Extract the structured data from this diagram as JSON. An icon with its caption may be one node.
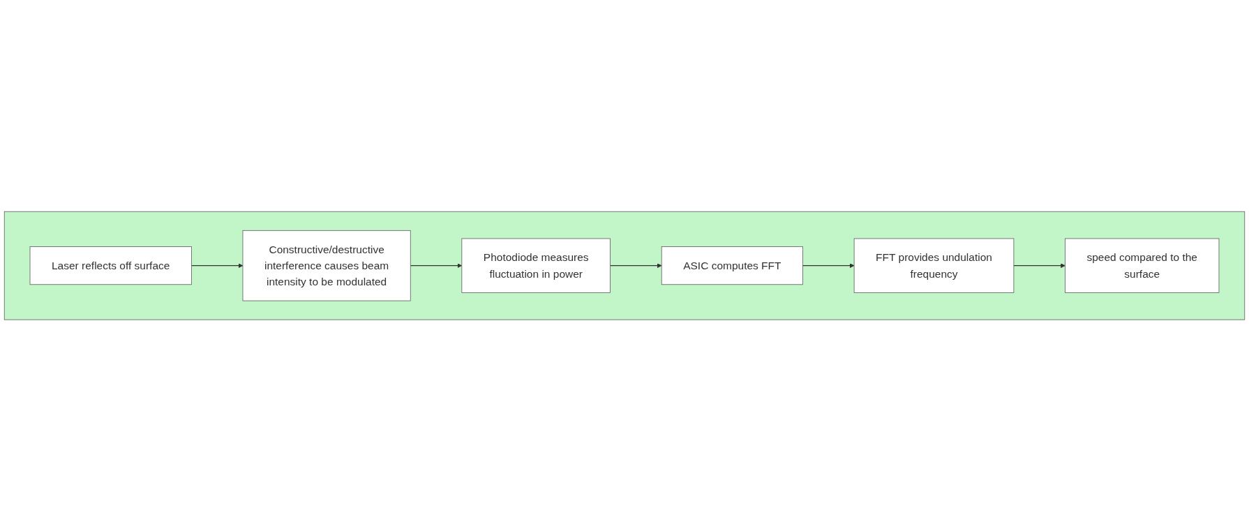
{
  "diagram": {
    "nodes": [
      {
        "text": [],
        "shape": "box"
      },
      {
        "text": [
          "Laser reflects off surface"
        ],
        "in": 0
      },
      {
        "text": [
          "Constructive/destructive interference causes beam intensity to be modulated"
        ],
        "in": 0
      },
      {
        "text": [
          "Photodiode measures fluctuation in power"
        ],
        "in": 0
      },
      {
        "text": [
          "ASIC computes FFT"
        ],
        "in": 0
      },
      {
        "text": [
          "FFT provides undulation frequency"
        ],
        "in": 0
      },
      {
        "text": [
          "speed compared to the surface"
        ],
        "in": 0
      }
    ],
    "edges": [
      {
        "from": 1,
        "to": 2,
        "arrow": "to"
      },
      {
        "from": 2,
        "to": 3,
        "arrow": "to"
      },
      {
        "from": 3,
        "to": 4,
        "arrow": "to"
      },
      {
        "from": 4,
        "to": 5,
        "arrow": "to"
      },
      {
        "from": 5,
        "to": 6,
        "arrow": "to"
      }
    ]
  }
}
